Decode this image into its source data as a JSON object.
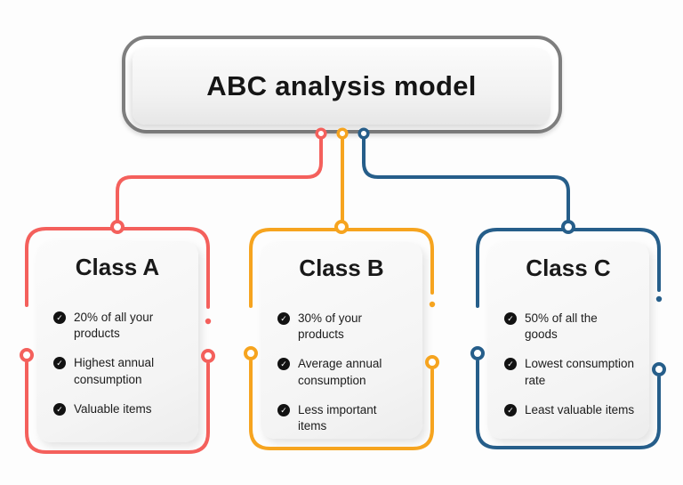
{
  "title": "ABC analysis model",
  "icons": {
    "check": "✓"
  },
  "colors": {
    "class_a": "#f4605c",
    "class_b": "#f6a41f",
    "class_c": "#265e8a",
    "frame": "#7e7e7e"
  },
  "cards": [
    {
      "title": "Class A",
      "items": [
        "20% of all your\nproducts",
        "Highest annual\nconsumption",
        "Valuable items"
      ]
    },
    {
      "title": "Class B",
      "items": [
        "30% of your\nproducts",
        "Average annual\nconsumption",
        "Less important\nitems"
      ]
    },
    {
      "title": "Class C",
      "items": [
        "50% of all the\ngoods",
        "Lowest consumption\nrate",
        "Least valuable items"
      ]
    }
  ]
}
